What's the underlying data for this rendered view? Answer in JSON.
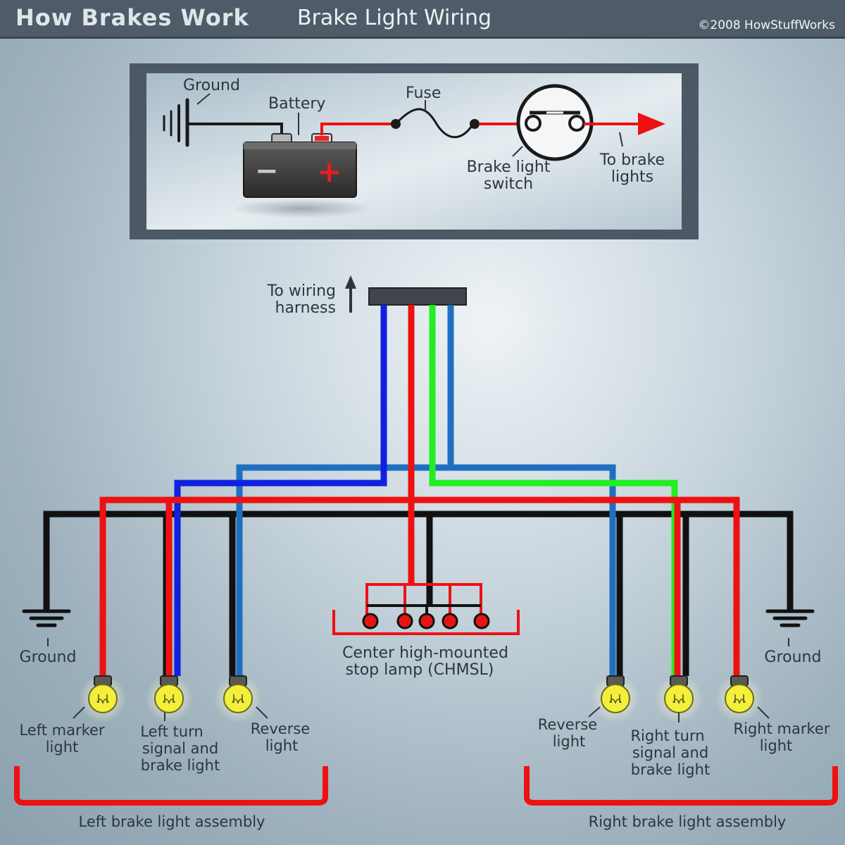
{
  "header": {
    "title": "How Brakes Work",
    "subtitle": "Brake Light Wiring",
    "copyright": "©2008 HowStuffWorks"
  },
  "inset": {
    "ground": "Ground",
    "battery": "Battery",
    "fuse": "Fuse",
    "switch_line1": "Brake light",
    "switch_line2": "switch",
    "to_brake_line1": "To brake",
    "to_brake_line2": "lights",
    "battery_minus": "−",
    "battery_plus": "+"
  },
  "harness": {
    "line1": "To wiring",
    "line2": "harness"
  },
  "chmsl": {
    "line1": "Center high-mounted",
    "line2": "stop lamp (CHMSL)"
  },
  "left": {
    "ground": "Ground",
    "marker_line1": "Left marker",
    "marker_line2": "light",
    "turn_line1": "Left turn",
    "turn_line2": "signal and",
    "turn_line3": "brake light",
    "reverse_line1": "Reverse",
    "reverse_line2": "light",
    "assembly": "Left brake light assembly"
  },
  "right": {
    "ground": "Ground",
    "reverse_line1": "Reverse",
    "reverse_line2": "light",
    "turn_line1": "Right turn",
    "turn_line2": "signal and",
    "turn_line3": "brake light",
    "marker_line1": "Right marker",
    "marker_line2": "light",
    "assembly": "Right brake light assembly"
  },
  "colors": {
    "ground_wire": "#111111",
    "brake_wire": "#ee1111",
    "left_turn_wire": "#1020e0",
    "right_turn_wire": "#22ee22",
    "reverse_wire": "#1f6fc0",
    "bulb": "#f3ef3a"
  }
}
